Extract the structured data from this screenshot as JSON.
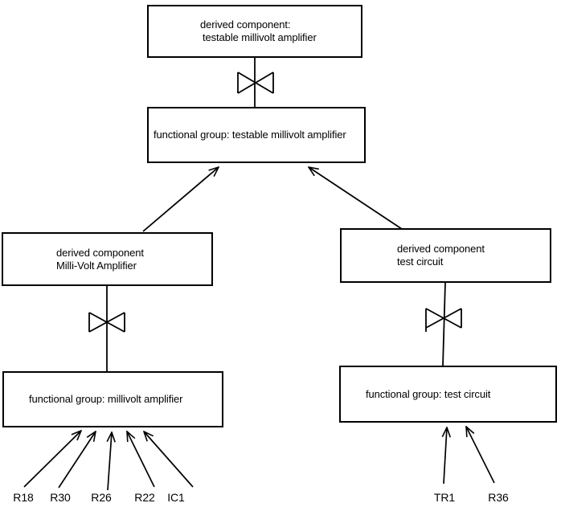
{
  "diagram": {
    "colors": {
      "line": "#000000",
      "background": "#ffffff",
      "box_fill": "#ffffff"
    },
    "nodes": {
      "derived_top": {
        "line1": "derived component:",
        "line2": "testable millivolt amplifier"
      },
      "fg_top": {
        "label": "functional group: testable millivolt amplifier"
      },
      "derived_left": {
        "line1": "derived component",
        "line2": "Milli-Volt Amplifier"
      },
      "derived_right": {
        "line1": "derived component",
        "line2": "test circuit"
      },
      "fg_left": {
        "label": "functional group: millivolt amplifier"
      },
      "fg_right": {
        "label": "functional group: test circuit"
      }
    },
    "components_left": [
      {
        "label": "R18"
      },
      {
        "label": "R30"
      },
      {
        "label": "R26"
      },
      {
        "label": "R22"
      },
      {
        "label": "IC1"
      }
    ],
    "components_right": [
      {
        "label": "TR1"
      },
      {
        "label": "R36"
      }
    ]
  }
}
